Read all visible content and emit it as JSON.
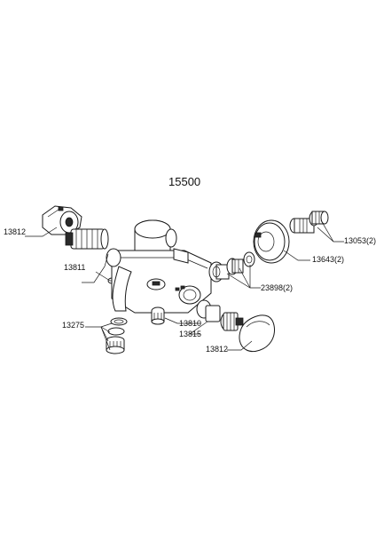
{
  "diagram": {
    "model_number": "15500",
    "callouts": [
      {
        "id": "c-13812-left",
        "label": "13812"
      },
      {
        "id": "c-13811",
        "label": "13811"
      },
      {
        "id": "c-13275",
        "label": "13275"
      },
      {
        "id": "c-13810",
        "label": "13810"
      },
      {
        "id": "c-13815",
        "label": "13815"
      },
      {
        "id": "c-13812-right",
        "label": "13812"
      },
      {
        "id": "c-23898",
        "label": "23898(2)"
      },
      {
        "id": "c-13643",
        "label": "13643(2)"
      },
      {
        "id": "c-13053",
        "label": "13053(2)"
      }
    ]
  }
}
